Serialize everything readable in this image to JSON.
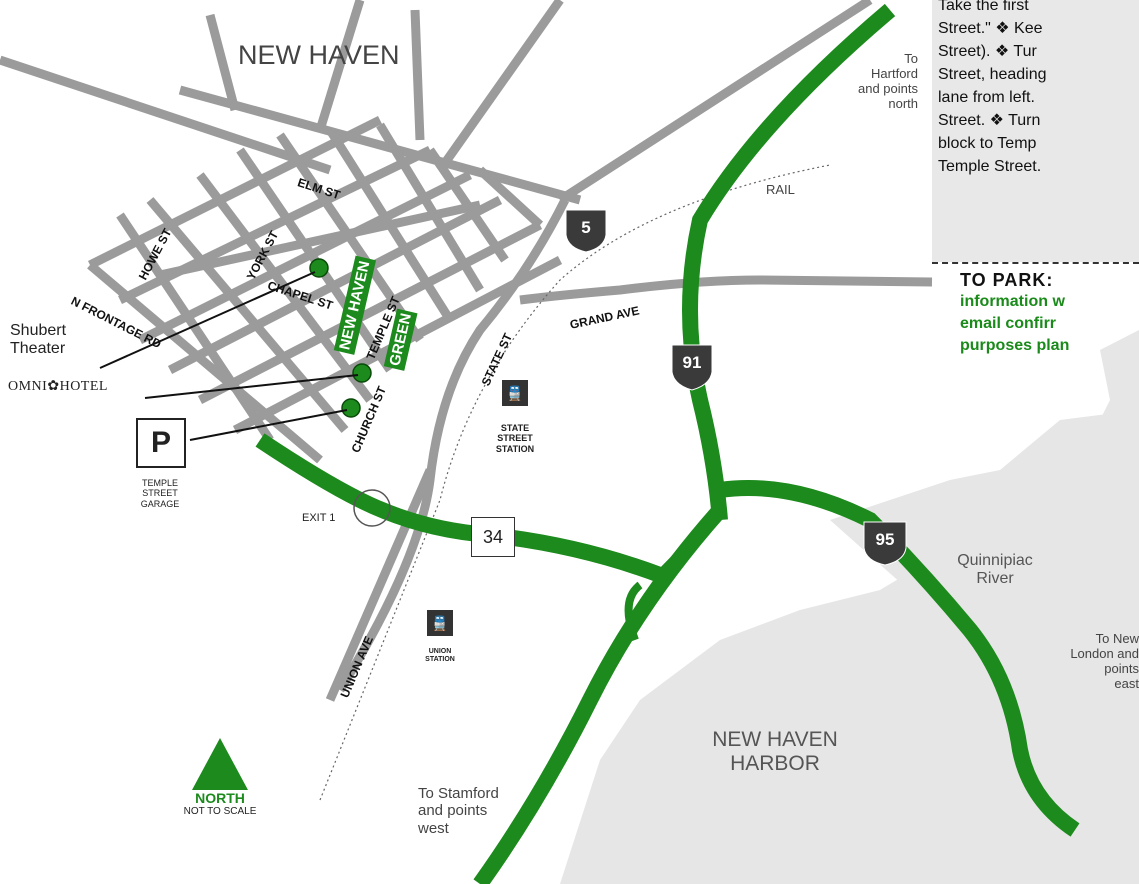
{
  "labels": {
    "city": "NEW HAVEN",
    "hartford": [
      "To",
      "Hartford",
      "and points",
      "north"
    ],
    "rail": "RAIL",
    "new_london": [
      "To New",
      "London and",
      "points",
      "east"
    ],
    "stamford": [
      "To Stamford",
      "and points",
      "west"
    ],
    "harbor": [
      "NEW HAVEN",
      "HARBOR"
    ],
    "river": [
      "Quinnipiac",
      "River"
    ],
    "exit": "EXIT 1",
    "state_station": [
      "STATE",
      "STREET",
      "STATION"
    ],
    "union_station": [
      "UNION",
      "STATION"
    ],
    "garage": [
      "TEMPLE",
      "STREET",
      "GARAGE"
    ],
    "north": "NORTH",
    "not_to_scale": "NOT TO SCALE"
  },
  "streets": {
    "howe": "HOWE ST",
    "york": "YORK ST",
    "elm": "ELM ST",
    "chapel": "CHAPEL ST",
    "frontage": "N FRONTAGE RD",
    "temple": "TEMPLE ST",
    "church": "CHURCH ST",
    "state": "STATE ST",
    "grand": "GRAND AVE",
    "union": "UNION AVE",
    "green_1": "NEW HAVEN",
    "green_2": "GREEN"
  },
  "highways": {
    "i5": "5",
    "i91": "91",
    "i95": "95",
    "r34": "34"
  },
  "poi": {
    "shubert_1": "Shubert",
    "shubert_2": "Theater",
    "omni": "OMNI",
    "omni_2": "HOTEL",
    "parking": "P"
  },
  "directions": {
    "lines": [
      "Take the first",
      "Street.\" ❖ Kee",
      "Street). ❖ Tur",
      "Street, heading",
      "lane from left.",
      "Street. ❖ Turn",
      "block to Temp",
      "Temple Street."
    ],
    "park_heading": "TO   PARK:",
    "park_lines": [
      "information  w",
      "email   confirr",
      "purposes plan"
    ]
  },
  "colors": {
    "highway": "#1c8a1c",
    "street": "#9b9b9b",
    "water": "#e6e6e6",
    "shield": "#3a3a3a"
  }
}
